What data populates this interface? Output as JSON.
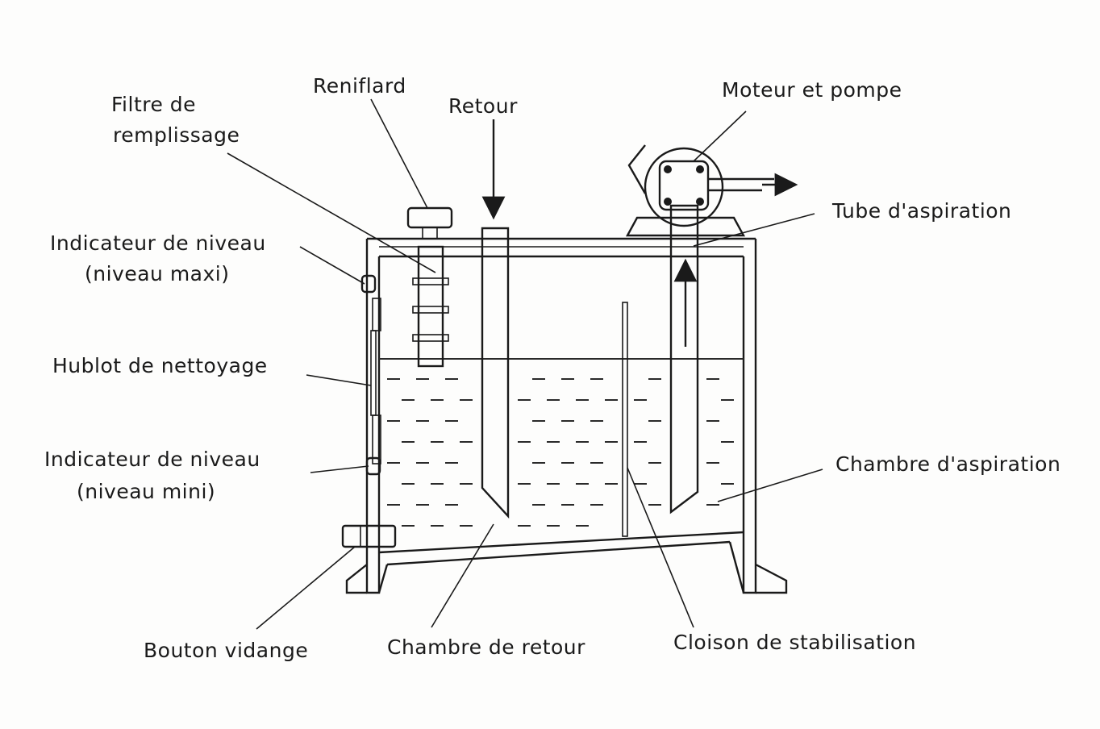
{
  "diagram": {
    "labels": {
      "filtre_line1": "Filtre de",
      "filtre_line2": "remplissage",
      "reniflard": "Reniflard",
      "retour": "Retour",
      "moteur_pompe": "Moteur et pompe",
      "tube_aspiration": "Tube d'aspiration",
      "indicateur_maxi_line1": "Indicateur de niveau",
      "indicateur_maxi_line2": "(niveau maxi)",
      "hublot": "Hublot de nettoyage",
      "indicateur_mini_line1": "Indicateur de niveau",
      "indicateur_mini_line2": "(niveau mini)",
      "chambre_aspiration": "Chambre d'aspiration",
      "bouton_vidange": "Bouton vidange",
      "chambre_retour": "Chambre de retour",
      "cloison": "Cloison de stabilisation"
    }
  }
}
